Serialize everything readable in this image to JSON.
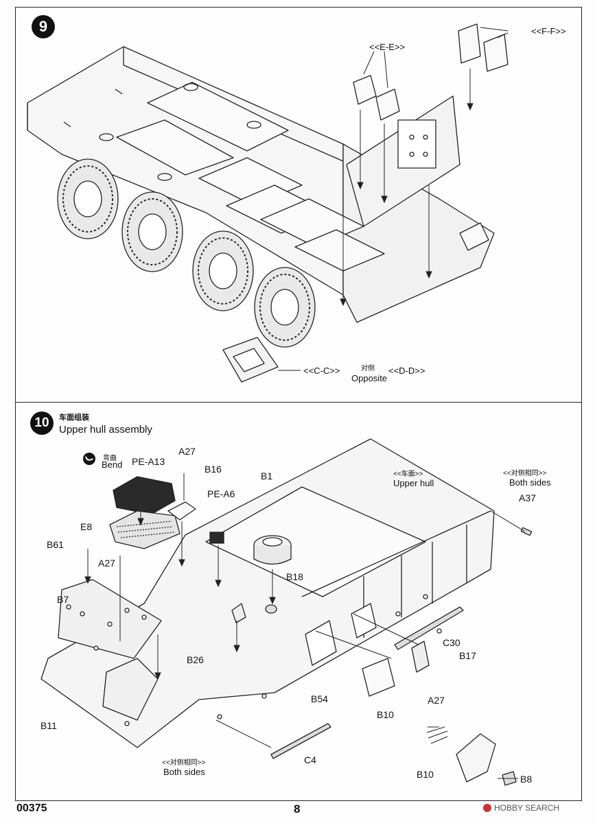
{
  "step9": {
    "number": "9",
    "labels": {
      "e_e": "<<E-E>>",
      "f_f": "<<F-F>>",
      "c_c": "<<C-C>>",
      "d_d": "<<D-D>>",
      "opposite_cn": "对侧",
      "opposite_en": "Opposite"
    }
  },
  "step10": {
    "number": "10",
    "title_cn": "车面组装",
    "title_en": "Upper hull assembly",
    "bend_cn": "弯曲",
    "bend_en": "Bend",
    "upper_hull_cn": "<<车面>>",
    "upper_hull_en": "Upper hull",
    "both_sides_cn": "<<对侧相同>>",
    "both_sides_en": "Both sides",
    "both_sides2_cn": "<<对侧相同>>",
    "both_sides2_en": "Both sides",
    "parts": {
      "pe_a13": "PE-A13",
      "a27_top": "A27",
      "b16": "B16",
      "pe_a6": "PE-A6",
      "b1": "B1",
      "e8": "E8",
      "b61": "B61",
      "a27_mid": "A27",
      "b7": "B7",
      "b18": "B18",
      "b26": "B26",
      "b11": "B11",
      "b54": "B54",
      "c30": "C30",
      "b17": "B17",
      "a27_right": "A27",
      "b10_mid": "B10",
      "c4": "C4",
      "a37": "A37",
      "b10_bottom": "B10",
      "b8": "B8"
    }
  },
  "footer": {
    "code": "00375",
    "page": "8",
    "watermark": "HOBBY SEARCH"
  }
}
